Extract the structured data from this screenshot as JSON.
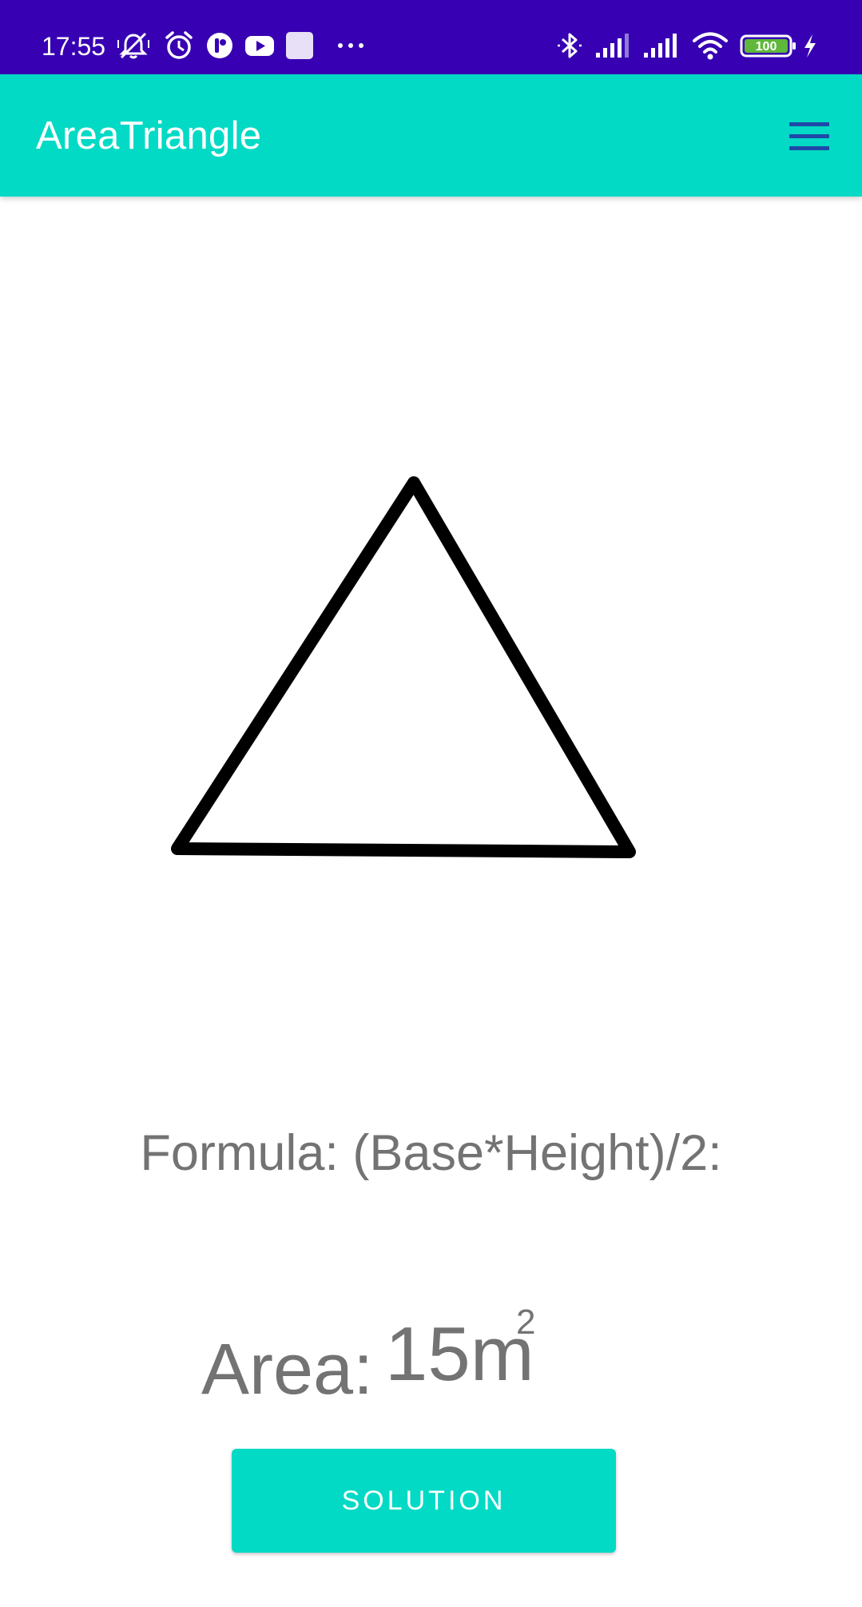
{
  "status_bar": {
    "time": "17:55",
    "background_color": "#3700b3",
    "left_icons": [
      "mute-icon",
      "alarm-icon",
      "app-notification-icon",
      "youtube-icon",
      "app-square-icon",
      "more-dots-icon"
    ],
    "right_icons": [
      "bluetooth-icon",
      "signal-icon",
      "signal-icon",
      "wifi-icon",
      "battery-icon",
      "charging-icon"
    ],
    "battery_level": "100"
  },
  "app_bar": {
    "title": "AreaTriangle",
    "background_color": "#03dac5",
    "menu_icon": "hamburger-menu-icon"
  },
  "figure": {
    "shape": "triangle-outline"
  },
  "formula": {
    "text": "Formula: (Base*Height)/2:"
  },
  "area": {
    "label": "Area:",
    "value": "15m",
    "exponent": "2"
  },
  "solution_button": {
    "label": "SOLUTION",
    "background_color": "#03dac5"
  }
}
